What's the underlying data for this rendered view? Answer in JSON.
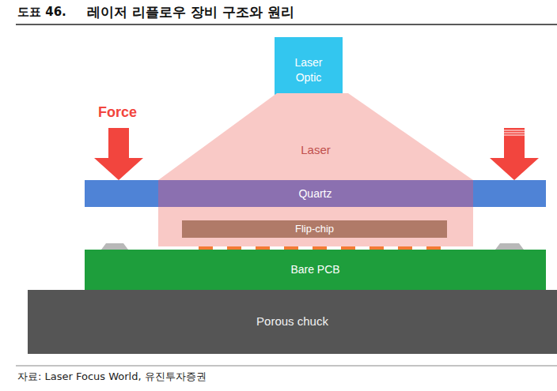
{
  "diagram": {
    "title": "레이저 리플로우 장비 구조와 원리",
    "caption": "자료: Laser Focus World, 유진투자증권",
    "nodes": [
      {
        "text": [
          "Laser Optic"
        ]
      },
      {
        "text": [
          "Laser"
        ]
      },
      {
        "text": [
          "Quartz"
        ]
      },
      {
        "text": [
          "Flip-chip"
        ]
      },
      {
        "text": [
          "Bare PCB"
        ]
      },
      {
        "text": [
          "Porous chuck"
        ]
      }
    ],
    "labels": [
      "도표 46.",
      "Force"
    ]
  }
}
